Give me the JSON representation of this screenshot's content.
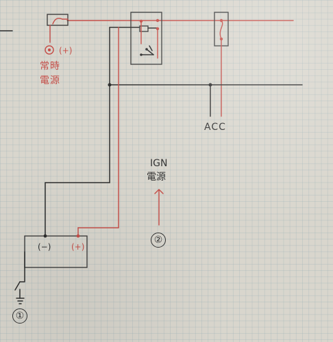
{
  "labels": {
    "constant_power_plus": "(+)",
    "constant_power_line1": "常時",
    "constant_power_line2": "電源",
    "acc": "ACC",
    "ign_line1": "IGN",
    "ign_line2": "電源",
    "battery_minus": "(−)",
    "battery_plus": "(+)",
    "marker_1": "①",
    "marker_2": "②"
  },
  "colors": {
    "red": "#c54f49",
    "black": "#2d2d2d",
    "paper": "#d9d6cd",
    "grid": "#94adb4"
  }
}
